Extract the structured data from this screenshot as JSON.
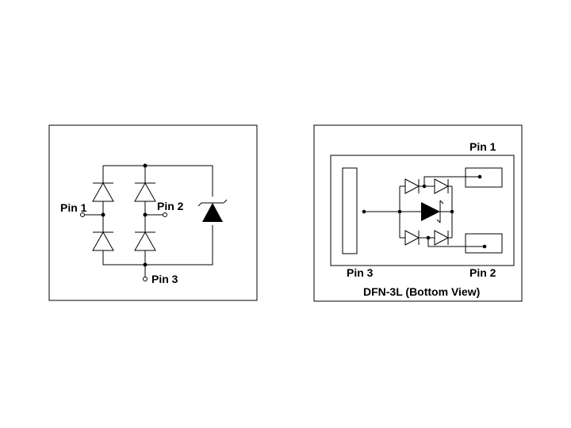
{
  "schematic": {
    "pin1_label": "Pin 1",
    "pin2_label": "Pin 2",
    "pin3_label": "Pin 3"
  },
  "package": {
    "pin1_label": "Pin 1",
    "pin2_label": "Pin 2",
    "pin3_label": "Pin 3",
    "caption": "DFN-3L (Bottom View)"
  }
}
